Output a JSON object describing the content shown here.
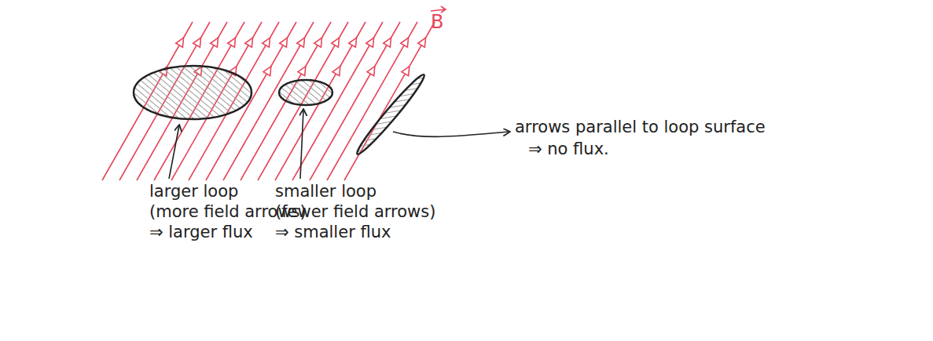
{
  "diagram": {
    "labels": [
      "B",
      "arrows parallel to loop surface",
      "⇒ no flux.",
      "larger loop",
      "(more field arrows)",
      "⇒ larger flux",
      "smaller loop",
      "(fewer field arrows)",
      "⇒ smaller flux"
    ]
  }
}
